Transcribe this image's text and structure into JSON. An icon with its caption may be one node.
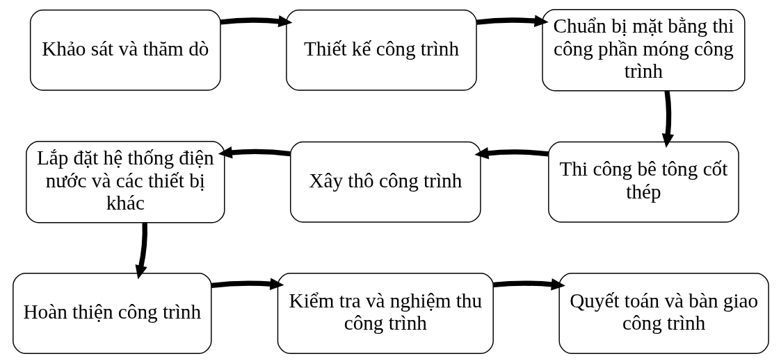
{
  "diagram": {
    "nodes": [
      {
        "text": [
          "Khảo sát và thăm dò"
        ]
      },
      {
        "text": [
          "Thiết kế công trình"
        ]
      },
      {
        "text": [
          "Chuẩn bị mặt bằng thi công phần móng công trình"
        ]
      },
      {
        "text": [
          "Lắp đặt hệ thống điện nước và các thiết bị khác"
        ]
      },
      {
        "text": [
          "Xây thô công trình"
        ]
      },
      {
        "text": [
          "Thi công bê tông cốt thép"
        ]
      },
      {
        "text": [
          "Hoàn thiện công trình"
        ]
      },
      {
        "text": [
          "Kiểm tra và nghiệm thu công trình"
        ]
      },
      {
        "text": [
          "Quyết toán và bàn giao công trình"
        ]
      }
    ],
    "edges": [
      {
        "from": 0,
        "to": 1,
        "arrow": "to"
      },
      {
        "from": 1,
        "to": 2,
        "arrow": "to"
      },
      {
        "from": 2,
        "to": 5,
        "arrow": "to"
      },
      {
        "from": 5,
        "to": 4,
        "arrow": "to"
      },
      {
        "from": 4,
        "to": 3,
        "arrow": "to"
      },
      {
        "from": 3,
        "to": 6,
        "arrow": "to"
      },
      {
        "from": 6,
        "to": 7,
        "arrow": "to"
      },
      {
        "from": 7,
        "to": 8,
        "arrow": "to"
      }
    ]
  }
}
